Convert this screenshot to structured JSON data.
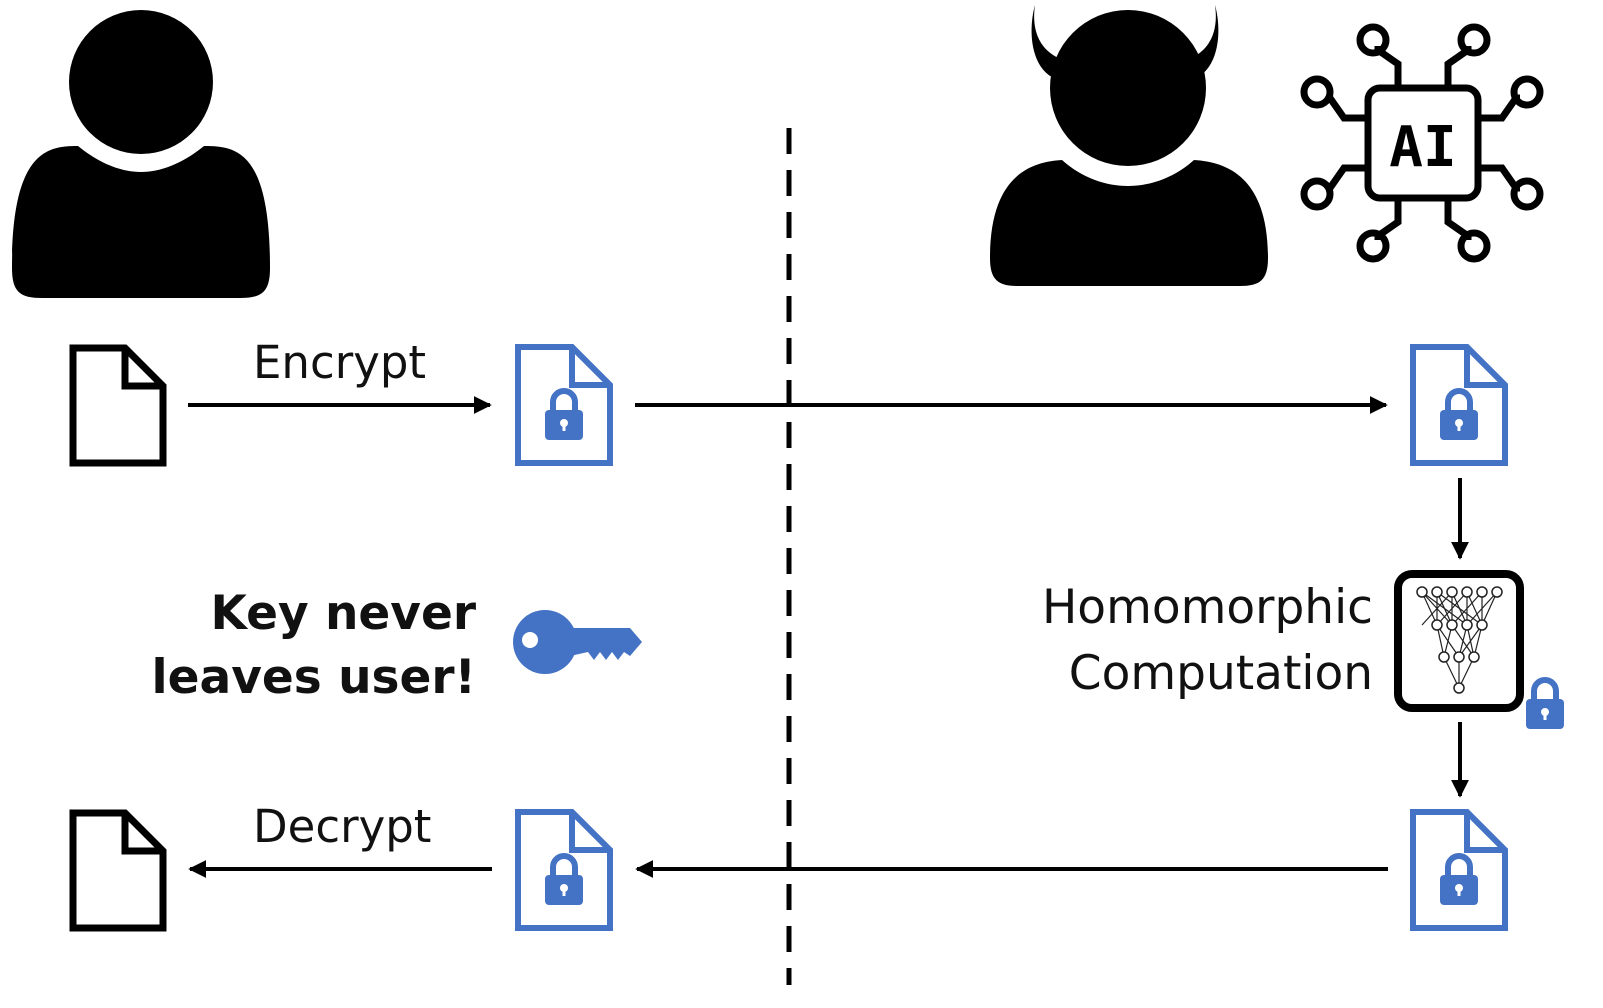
{
  "labels": {
    "encrypt": "Encrypt",
    "decrypt": "Decrypt",
    "key_line1": "Key never",
    "key_line2": "leaves user!",
    "comp_line1": "Homomorphic",
    "comp_line2": "Computation"
  },
  "ai_chip": {
    "text": "AI"
  },
  "icons": {
    "user": "user-silhouette-icon",
    "adversary": "devil-silhouette-icon",
    "ai": "ai-chip-icon",
    "plain_doc": "document-icon",
    "enc_doc": "encrypted-document-icon",
    "key": "key-icon",
    "network": "neural-network-icon",
    "lock": "lock-icon"
  },
  "colors": {
    "accent": "#4472C4",
    "ink": "#000000"
  }
}
